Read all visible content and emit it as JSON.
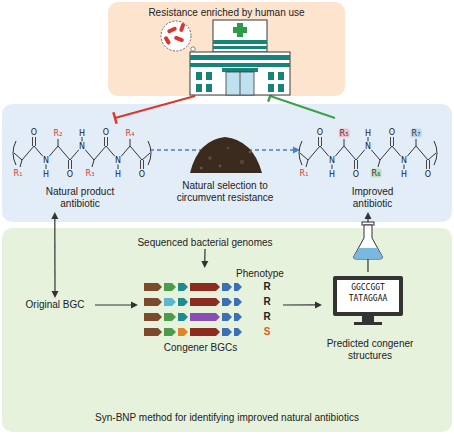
{
  "diagram": {
    "nodes": [
      {
        "text": [
          "Resistance enriched by human use"
        ]
      },
      {
        "text": [
          "Natural product antibiotic"
        ]
      },
      {
        "text": [
          "Natural selection to circumvent resistance"
        ]
      },
      {
        "text": [
          "Improved antibiotic"
        ]
      },
      {
        "text": [
          "Syn-BNP method for identifying improved natural antibiotics"
        ]
      },
      {
        "text": [
          "Original BGC"
        ],
        "in": 4
      },
      {
        "text": [
          "Sequenced bacterial genomes"
        ],
        "in": 4
      },
      {
        "text": [
          "Phenotype",
          "R",
          "R",
          "R",
          "S",
          "Congener BGCs"
        ],
        "in": 4
      },
      {
        "text": [
          "GGCCGGT TATAGGAA",
          "Predicted congener structures"
        ],
        "in": 4
      }
    ],
    "edges": [
      {
        "from": 0,
        "to": 1,
        "arrow": "to"
      },
      {
        "from": 3,
        "to": 0,
        "arrow": "to"
      },
      {
        "from": 1,
        "to": 3,
        "arrow": "to"
      },
      {
        "from": 1,
        "to": 5,
        "arrow": "both"
      },
      {
        "from": 6,
        "to": 7,
        "arrow": "to"
      },
      {
        "from": 5,
        "to": 7,
        "arrow": "to"
      },
      {
        "from": 7,
        "to": 8,
        "arrow": "to"
      },
      {
        "from": 8,
        "to": 3,
        "arrow": "to"
      }
    ],
    "labels": [
      "R₁",
      "R₂",
      "R₃",
      "R₄",
      "O",
      "O",
      "O",
      "O",
      "N",
      "N",
      "N",
      "H",
      "H",
      "H",
      "R₁",
      "R₅",
      "R₆",
      "R₇",
      "O",
      "O",
      "O",
      "O",
      "N",
      "N",
      "N",
      "H",
      "H",
      "H"
    ]
  }
}
